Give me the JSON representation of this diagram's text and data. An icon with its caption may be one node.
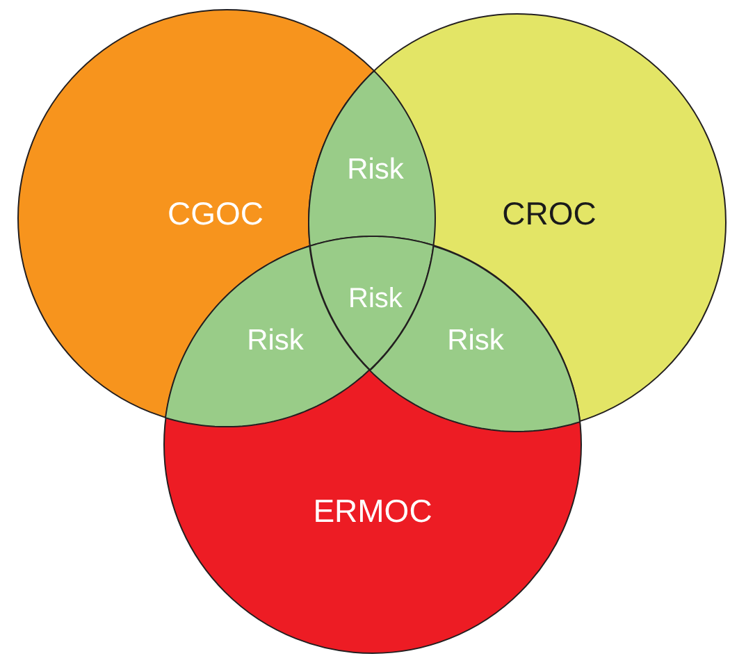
{
  "diagram": {
    "nodes": [
      {
        "text": [
          "CGOC"
        ]
      },
      {
        "text": [
          "CROC"
        ]
      },
      {
        "text": [
          "ERMOC"
        ]
      },
      {
        "text": [
          "Risk"
        ]
      },
      {
        "text": [
          "Risk"
        ]
      },
      {
        "text": [
          "Risk"
        ]
      },
      {
        "text": [
          "Risk"
        ]
      }
    ]
  }
}
